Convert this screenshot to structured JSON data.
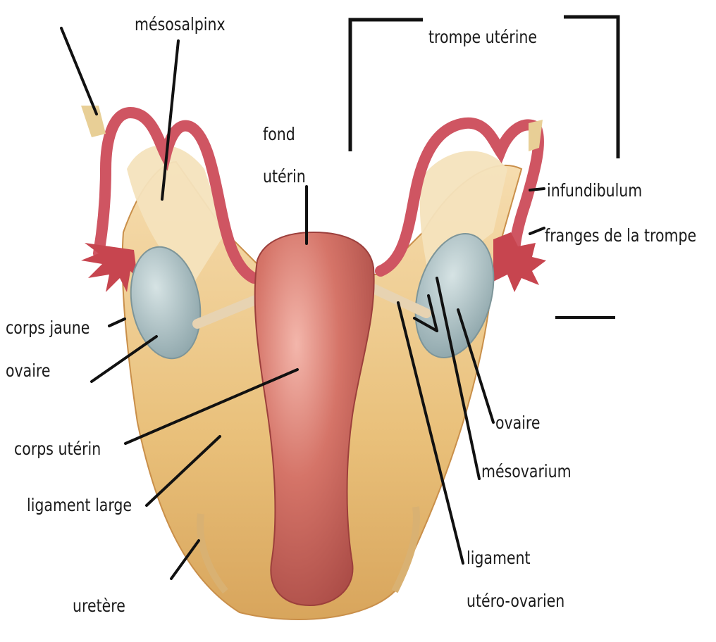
{
  "labels": {
    "mesosalpinx": "mésosalpinx",
    "trompe_uterine": "trompe utérine",
    "fond_uterin_line1": "fond",
    "fond_uterin_line2": "utérin",
    "infundibulum": "infundibulum",
    "franges": "franges de la trompe",
    "corps_jaune": "corps jaune",
    "ovaire_left": "ovaire",
    "corps_uterin": "corps utérin",
    "ligament_large": "ligament large",
    "uretere": "uretère",
    "ovaire_right": "ovaire",
    "mesovarium": "mésovarium",
    "ligament_line1": "ligament",
    "ligament_line2": "utéro-ovarien"
  },
  "colors": {
    "background": "#ffffff",
    "label_text": "#1a1a1a",
    "leader_line": "#111111",
    "broad_ligament": "#e8c27f",
    "uterus": "#c9655c",
    "tube": "#c9505a",
    "ovary": "#9fb7bc"
  }
}
